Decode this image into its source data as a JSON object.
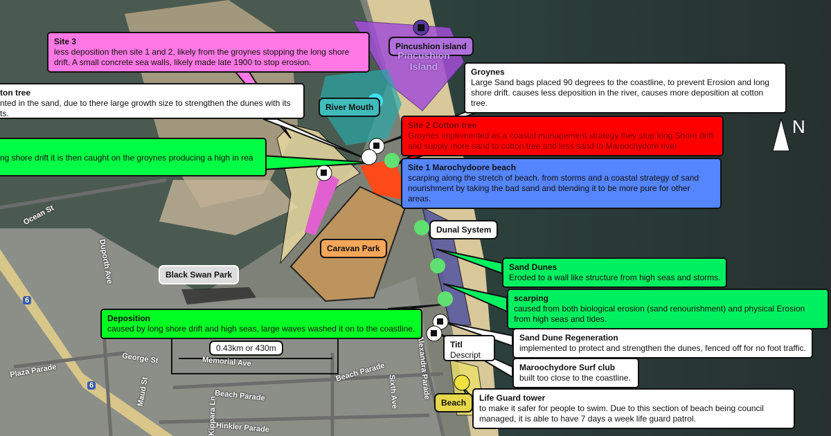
{
  "callouts": {
    "site3": {
      "title": "Site 3",
      "text": "less deposition then site 1 and 2, likely from the groynes stopping the long shore drift. A small concrete sea walls, likely made late 1900 to stop erosion.",
      "color": "#ff78e4"
    },
    "cotton_tree": {
      "title": "ton tree",
      "text": "nted in the sand, due to there large growth size to strengthen the dunes with its ts."
    },
    "longshore": {
      "text": "ng shore drift it is then caught on the groynes producing a high in rea",
      "color": "#00ff44"
    },
    "groynes": {
      "title": "Groynes",
      "text": "Large Sand bags placed 90 degrees to the coastline, to prevent Erosion and long shore drift. causes less deposition in the river, causes more deposition at cotton tree."
    },
    "site2": {
      "title": "Site 2 Cotton tree",
      "text": "Groynes implemented as a coastal management strategy they stop long Shore drift and supply more sand to cotton tree and less sand to Maroochydore river",
      "color": "#ff0000"
    },
    "site1": {
      "title": "Site 1 Marochydoore beach",
      "text": "scarping along the stretch of beach. from storms and a coastal strategy of sand nourishment by taking the bad sand and blending it to be more pure for other areas.",
      "color": "#5585ff"
    },
    "sand_dunes": {
      "title": "Sand Dunes",
      "text": "Eroded to a wall like structure from high seas and storms.",
      "color": "#00f060"
    },
    "scarping": {
      "title": "scarping",
      "text": "caused from both biological erosion (sand renourishment) and physical Erosion from high seas and tides.",
      "color": "#00f060"
    },
    "regeneration": {
      "title": "Sand Dune Regeneration",
      "text": "implemented to protect and strengthen the dunes, fenced off for no foot traffic."
    },
    "surf_club": {
      "title": "Maroochydore Surf club",
      "text": "built too close to the coastline."
    },
    "lifeguard": {
      "title": "Life Guard tower",
      "text": "to make it safer for people to swim. Due to this section of beach being council managed, it is able to have 7 days a week life guard patrol."
    },
    "deposition": {
      "title": "Deposition",
      "text": "caused by long shore drift and high seas, large waves washed it on to the coastline.",
      "color": "#00ff22"
    },
    "placeholder": {
      "title": "Titl",
      "text": "Descript"
    }
  },
  "labels": {
    "pincushion": "Pincushion island",
    "pincushion_map": "Pincushion Island",
    "river_mouth": "River Mouth",
    "dunal": "Dunal System",
    "caravan": "Caravan Park",
    "black_swan": "Black Swan Park",
    "beach": "Beach",
    "scale": "0.43km or 430m",
    "north": "N"
  },
  "streets": [
    "Ocean St",
    "Duporth Ave",
    "George St",
    "Plaza Parade",
    "Maud St",
    "Beach Parade",
    "Kippara Ln",
    "Hinkler Parade",
    "Memorial Ave",
    "Sixth Ave",
    "Alexandra Parade",
    "Beach Parade",
    "6",
    "6"
  ]
}
